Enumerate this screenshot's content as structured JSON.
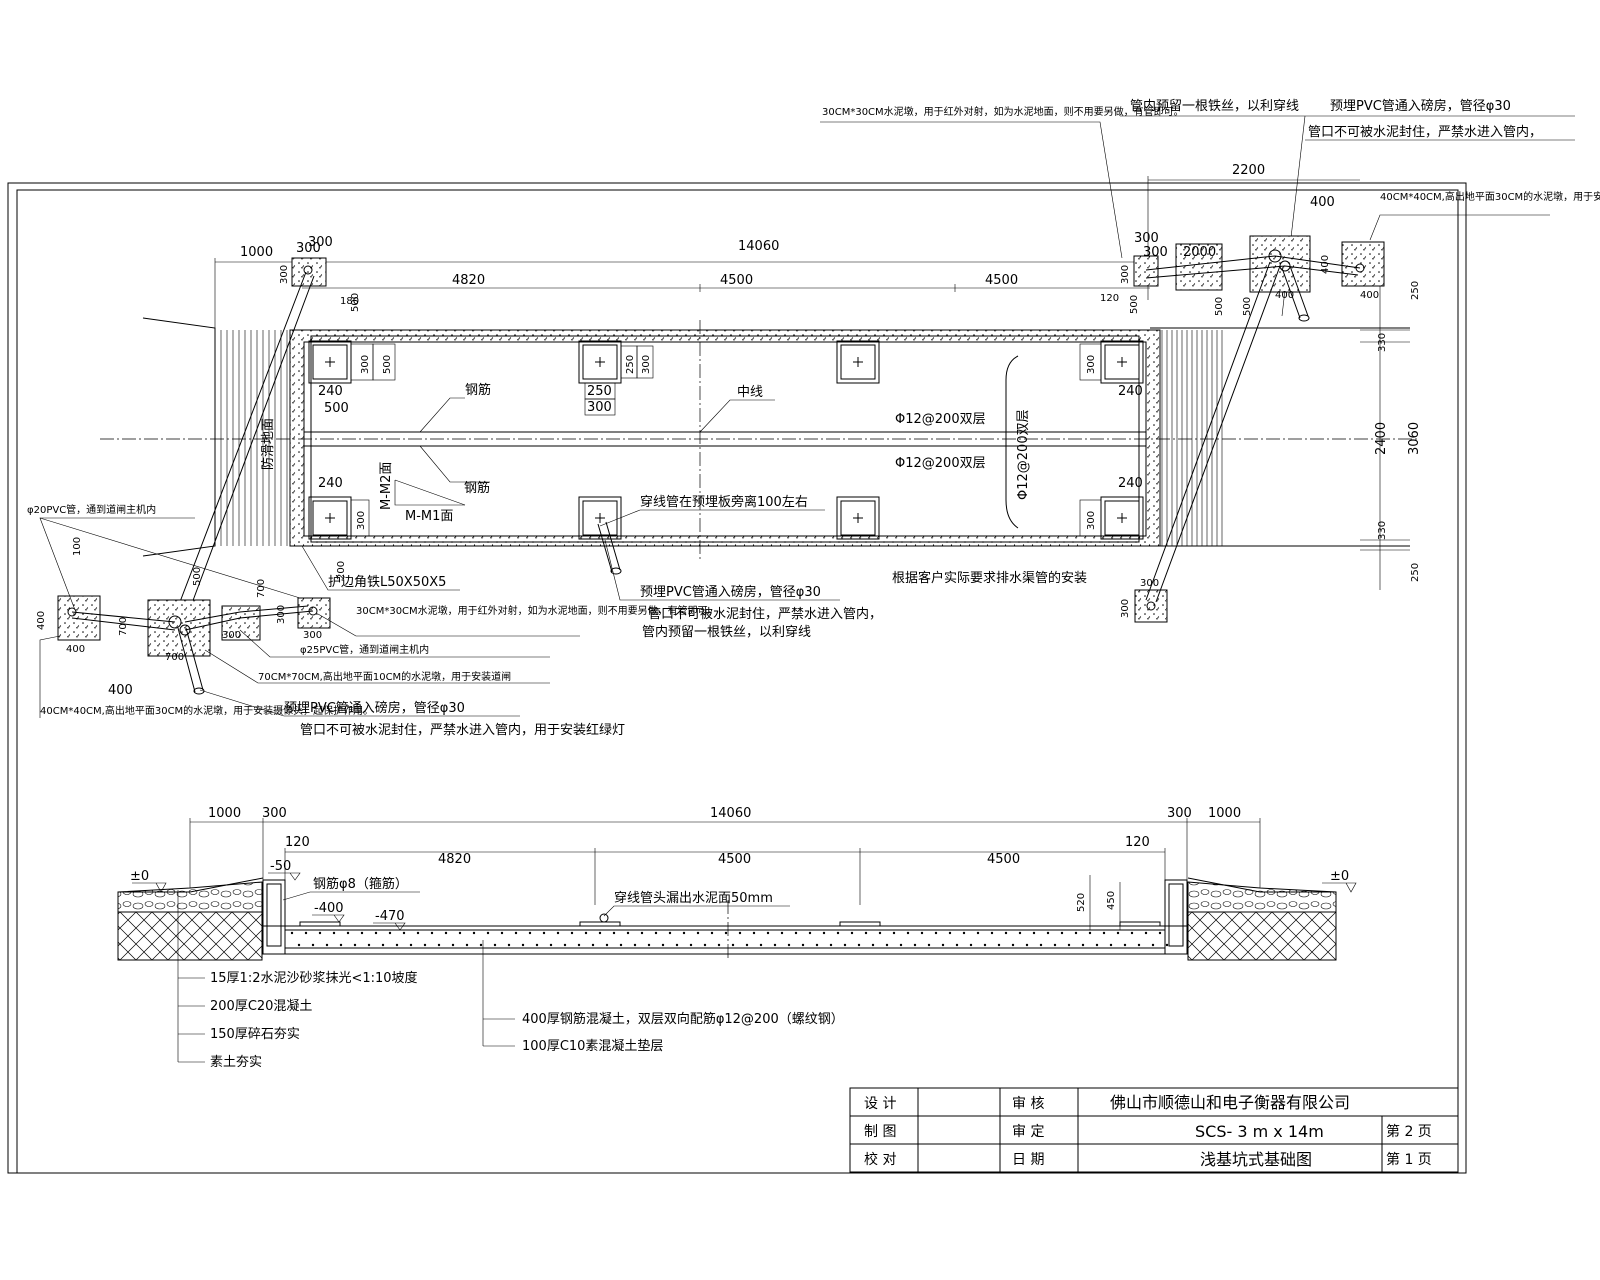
{
  "plan": {
    "overall_width": "14060",
    "left_offset": "1000",
    "col_300a": "300",
    "col_300b": "300",
    "span_left": "4820",
    "span_mid": "4500",
    "span_right": "4500",
    "d_180": "180",
    "d_500a": "500",
    "d_120": "120",
    "d_500b": "500",
    "right_2200": "2200",
    "right_400": "400",
    "right_300a": "300",
    "right_300b": "300",
    "right_2000": "2000",
    "right_300c": "300",
    "right_500a": "500",
    "right_500b": "500",
    "right_400b": "400",
    "right_400c": "400",
    "right_400d": "400",
    "dim_250_top": "250",
    "dim_330_top": "330",
    "dim_2400": "2400",
    "dim_3060": "3060",
    "dim_330_bot": "330",
    "dim_250_bot": "250",
    "plate_300_a": "300",
    "plate_500_a": "500",
    "plate_240_a": "240",
    "plate_500_b": "500",
    "plate_250_a": "250",
    "plate_300_b": "300",
    "plate_250_b": "250",
    "plate_300_c": "300",
    "plate_300_d": "300",
    "plate_240_b": "240",
    "plate_240_c": "240",
    "plate_300_e": "300",
    "plate_240_d": "240",
    "plate_300_f": "300",
    "plate_300_g": "300",
    "plate_300_h": "300",
    "lbl_rebar_1": "钢筋",
    "lbl_rebar_2": "钢筋",
    "lbl_centerline": "中线",
    "lbl_rebar_spec_1": "Φ12@200双层",
    "lbl_rebar_spec_2": "Φ12@200双层",
    "lbl_rebar_spec_vert": "Φ12@200双层",
    "lbl_slope": "防滑地面",
    "lbl_m2": "M-M2面",
    "lbl_m1": "M-M1面",
    "lbl_conduit_pos": "穿线管在预埋板旁离100左右",
    "lbl_guard_angle": "护边角铁L50X50X5",
    "lbl_pvc_note_1": "预埋PVC管通入磅房，管径φ30",
    "lbl_pvc_note_2": "管口不可被水泥封住，严禁水进入管内，",
    "lbl_pvc_note_3": "管内预留一根铁丝，以利穿线",
    "lbl_drain": "根据客户实际要求排水渠管的安装",
    "lbl_pvc20": "φ20PVC管，通到道闸主机内",
    "lbl_pvc25": "φ25PVC管，通到道闸主机内",
    "lbl_pier_30_left": "30CM*30CM水泥墩，用于红外对射，如为水泥地面，则不用要另做，有管即可。",
    "lbl_pier_70": "70CM*70CM,高出地平面10CM的水泥墩，用于安装道闸",
    "lbl_pier_40_left": "40CM*40CM,高出地平面30CM的水泥墩，用于安装摄像头，起保护作用。",
    "lbl_pvc_bottom_1": "预埋PVC管通入磅房，管径φ30",
    "lbl_pvc_bottom_2": "管口不可被水泥封住，严禁水进入管内，用于安装红绿灯",
    "lbl_pier_30_top": "30CM*30CM水泥墩，用于红外对射，如为水泥地面，则不用要另做，有管即可。",
    "lbl_top_pvc_1": "管内预留一根铁丝，以利穿线",
    "lbl_top_pvc_2": "预埋PVC管通入磅房，管径φ30",
    "lbl_top_pvc_3": "管口不可被水泥封住，严禁水进入管内，",
    "lbl_pier_40_right": "40CM*40CM,高出地平面30CM的水泥墩，用于安装摄像头，起保护作用。",
    "left_100": "100",
    "left_400a": "400",
    "left_400b": "400",
    "left_400c": "400",
    "left_700a": "700",
    "left_700b": "700",
    "left_700c": "700",
    "left_500": "500",
    "left_300a": "300",
    "left_300b": "300",
    "left_300c": "300",
    "left_200": "200"
  },
  "section": {
    "overall_width": "14060",
    "left_1000": "1000",
    "left_300": "300",
    "right_300": "300",
    "right_1000": "1000",
    "left_120": "120",
    "right_120": "120",
    "span_left": "4820",
    "span_mid": "4500",
    "span_right": "4500",
    "level_left": "±0",
    "level_right": "±0",
    "level_m50": "-50",
    "level_m400": "-400",
    "level_m470": "-470",
    "dim_520": "520",
    "dim_450": "450",
    "lbl_stirrup": "钢筋φ8（箍筋）",
    "lbl_conduit_head": "穿线管头漏出水泥面50mm",
    "layer_1": "15厚1:2水泥沙砂浆抹光<1:10坡度",
    "layer_2": "200厚C20混凝土",
    "layer_3": "150厚碎石夯实",
    "layer_4": "素土夯实",
    "layer_5": "400厚钢筋混凝土，双层双向配筋φ12@200（螺纹钢）",
    "layer_6": "100厚C10素混凝土垫层"
  },
  "titleblock": {
    "design": "设  计",
    "drawing": "制  图",
    "check": "校  对",
    "review": "审  核",
    "approve": "审  定",
    "date": "日  期",
    "company": "佛山市顺德山和电子衡器有限公司",
    "model": "SCS- 3 m x  14m",
    "title": "浅基坑式基础图",
    "page_total": "第  2  页",
    "page_num": "第  1  页"
  }
}
